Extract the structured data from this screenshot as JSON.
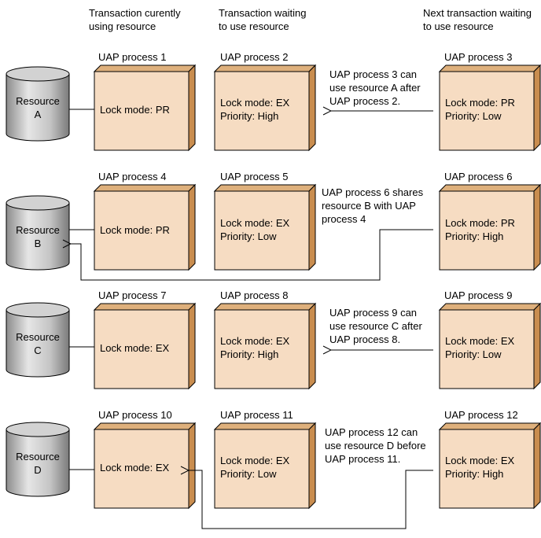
{
  "headers": {
    "current": "Transaction curently\nusing resource",
    "waiting": "Transaction waiting\nto use resource",
    "next": "Next transaction waiting\nto use resource"
  },
  "rows": [
    {
      "resource": "Resource\nA",
      "p1": {
        "label": "UAP process 1",
        "text": "Lock mode: PR"
      },
      "p2": {
        "label": "UAP process 2",
        "text": "Lock mode: EX\nPriority: High"
      },
      "p3": {
        "label": "UAP process 3",
        "text": "Lock mode: PR\nPriority: Low"
      },
      "note": "UAP process 3 can\nuse resource A after\nUAP process 2."
    },
    {
      "resource": "Resource\nB",
      "p1": {
        "label": "UAP process 4",
        "text": "Lock mode: PR"
      },
      "p2": {
        "label": "UAP process 5",
        "text": "Lock mode: EX\nPriority: Low"
      },
      "p3": {
        "label": "UAP process 6",
        "text": "Lock mode: PR\nPriority: High"
      },
      "note": "UAP process 6 shares\nresource B with UAP\nprocess 4"
    },
    {
      "resource": "Resource\nC",
      "p1": {
        "label": "UAP process 7",
        "text": "Lock mode: EX"
      },
      "p2": {
        "label": "UAP process 8",
        "text": "Lock mode: EX\nPriority: High"
      },
      "p3": {
        "label": "UAP process 9",
        "text": "Lock mode: EX\nPriority: Low"
      },
      "note": "UAP process 9 can\nuse resource C after\nUAP process 8."
    },
    {
      "resource": "Resource\nD",
      "p1": {
        "label": "UAP process 10",
        "text": "Lock mode: EX"
      },
      "p2": {
        "label": "UAP process 11",
        "text": "Lock mode: EX\nPriority: Low"
      },
      "p3": {
        "label": "UAP process 12",
        "text": "Lock mode: EX\nPriority: High"
      },
      "note": "UAP process 12 can\nuse resource D before\nUAP process 11."
    }
  ],
  "colors": {
    "box_front": "#f6dcc2",
    "box_side": "#c98d4f",
    "box_top": "#deb07c",
    "cylinder": "#c8c8c8"
  }
}
